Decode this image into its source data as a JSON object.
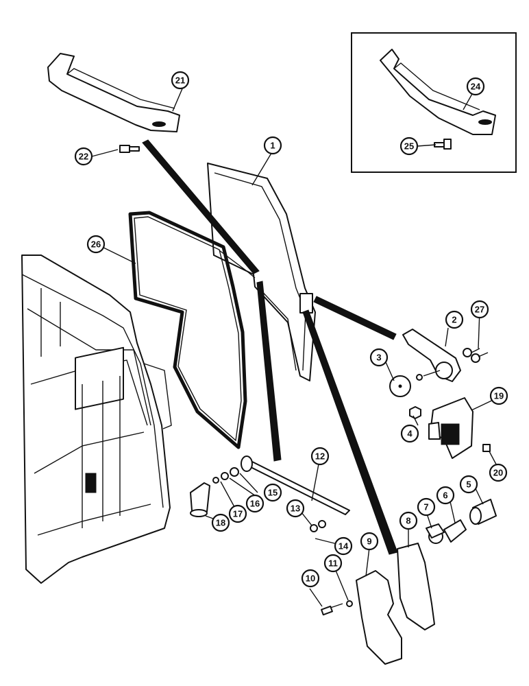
{
  "callouts": [
    {
      "label": "1"
    },
    {
      "label": "2"
    },
    {
      "label": "3"
    },
    {
      "label": "4"
    },
    {
      "label": "5"
    },
    {
      "label": "6"
    },
    {
      "label": "7"
    },
    {
      "label": "8"
    },
    {
      "label": "9"
    },
    {
      "label": "10"
    },
    {
      "label": "11"
    },
    {
      "label": "12"
    },
    {
      "label": "13"
    },
    {
      "label": "14"
    },
    {
      "label": "15"
    },
    {
      "label": "16"
    },
    {
      "label": "17"
    },
    {
      "label": "18"
    },
    {
      "label": "19"
    },
    {
      "label": "20"
    },
    {
      "label": "21"
    },
    {
      "label": "22"
    },
    {
      "label": "24"
    },
    {
      "label": "25"
    },
    {
      "label": "26"
    },
    {
      "label": "27"
    }
  ]
}
